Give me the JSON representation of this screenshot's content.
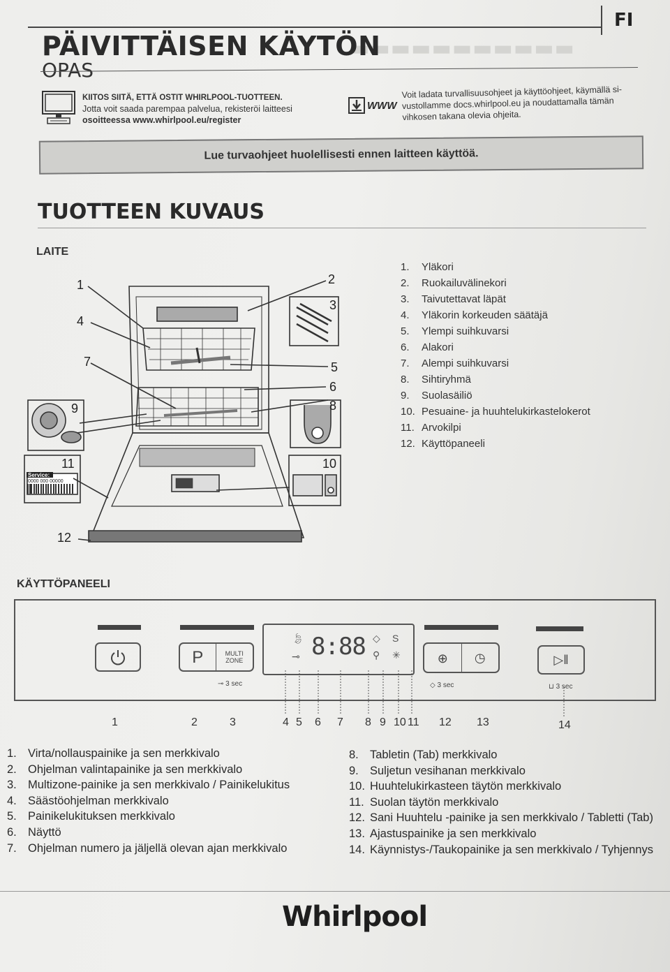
{
  "language_tag": "FI",
  "header": {
    "title": "PÄIVITTÄISEN KÄYTÖN",
    "subtitle": "OPAS"
  },
  "intro": {
    "left": {
      "icon": "computer-icon",
      "line1": "KIITOS SIITÄ, ETTÄ OSTIT WHIRLPOOL-TUOTTEEN.",
      "line2": "Jotta voit saada parempaa palvelua, rekisteröi laitteesi",
      "line3": "osoitteessa www.whirlpool.eu/register"
    },
    "right": {
      "icon": "download-www-icon",
      "icon_text": "WWW",
      "line1": "Voit ladata turvallisuusohjeet ja käyttöohjeet, käymällä si-",
      "line2": "vustollamme docs.whirlpool.eu ja noudattamalla tämän",
      "line3": "vihkosen takana olevia ohjeita."
    }
  },
  "warning": "Lue turvaohjeet huolellisesti ennen laitteen käyttöä.",
  "product": {
    "title": "TUOTTEEN KUVAUS",
    "appliance_label": "LAITE",
    "parts": [
      {
        "n": "1.",
        "label": "Yläkori"
      },
      {
        "n": "2.",
        "label": "Ruokailuvälinekori"
      },
      {
        "n": "3.",
        "label": "Taivutettavat läpät"
      },
      {
        "n": "4.",
        "label": "Yläkorin korkeuden säätäjä"
      },
      {
        "n": "5.",
        "label": "Ylempi suihkuvarsi"
      },
      {
        "n": "6.",
        "label": "Alakori"
      },
      {
        "n": "7.",
        "label": "Alempi suihkuvarsi"
      },
      {
        "n": "8.",
        "label": "Sihtiryhmä"
      },
      {
        "n": "9.",
        "label": "Suolasäiliö"
      },
      {
        "n": "10.",
        "label": "Pesuaine- ja huuhtelukirkastelokerot"
      },
      {
        "n": "11.",
        "label": "Arvokilpi"
      },
      {
        "n": "12.",
        "label": "Käyttöpaneeli"
      }
    ],
    "callouts": [
      "1",
      "2",
      "3",
      "4",
      "5",
      "6",
      "7",
      "8",
      "9",
      "10",
      "11",
      "12"
    ],
    "rating_plate_text": "Service:",
    "rating_plate_number": "0000 000 00000"
  },
  "control_panel": {
    "title": "KÄYTTÖPANEELI",
    "multizone_line1": "MULTI",
    "multizone_line2": "ZONE",
    "p_button": "P",
    "display_digits": "8:88",
    "lock_hint": "3 sec",
    "tab_hint": "3 sec",
    "drain_hint": "3 sec",
    "numbers": [
      "1",
      "2",
      "3",
      "4",
      "5",
      "6",
      "7",
      "8",
      "9",
      "10",
      "11",
      "12",
      "13",
      "14"
    ],
    "legend_left": [
      {
        "n": "1.",
        "label": "Virta/nollauspainike ja sen merkkivalo"
      },
      {
        "n": "2.",
        "label": "Ohjelman valintapainike ja sen merkkivalo"
      },
      {
        "n": "3.",
        "label": "Multizone-painike ja sen merkkivalo / Painikelukitus"
      },
      {
        "n": "4.",
        "label": "Säästöohjelman merkkivalo"
      },
      {
        "n": "5.",
        "label": "Painikelukituksen merkkivalo"
      },
      {
        "n": "6.",
        "label": "Näyttö"
      },
      {
        "n": "7.",
        "label": "Ohjelman numero ja jäljellä olevan ajan merkkivalo"
      }
    ],
    "legend_right": [
      {
        "n": "8.",
        "label": "Tabletin (Tab) merkkivalo"
      },
      {
        "n": "9.",
        "label": "Suljetun vesihanan merkkivalo"
      },
      {
        "n": "10.",
        "label": "Huuhtelukirkasteen täytön merkkivalo"
      },
      {
        "n": "11.",
        "label": "Suolan täytön merkkivalo"
      },
      {
        "n": "12.",
        "label": "Sani Huuhtelu -painike ja sen merkkivalo / Tabletti (Tab)"
      },
      {
        "n": "13.",
        "label": "Ajastuspainike ja sen merkkivalo"
      },
      {
        "n": "14.",
        "label": "Käynnistys-/Taukopainike ja sen merkkivalo / Tyhjennys"
      }
    ]
  },
  "footer": {
    "brand": "Whirlpool"
  }
}
